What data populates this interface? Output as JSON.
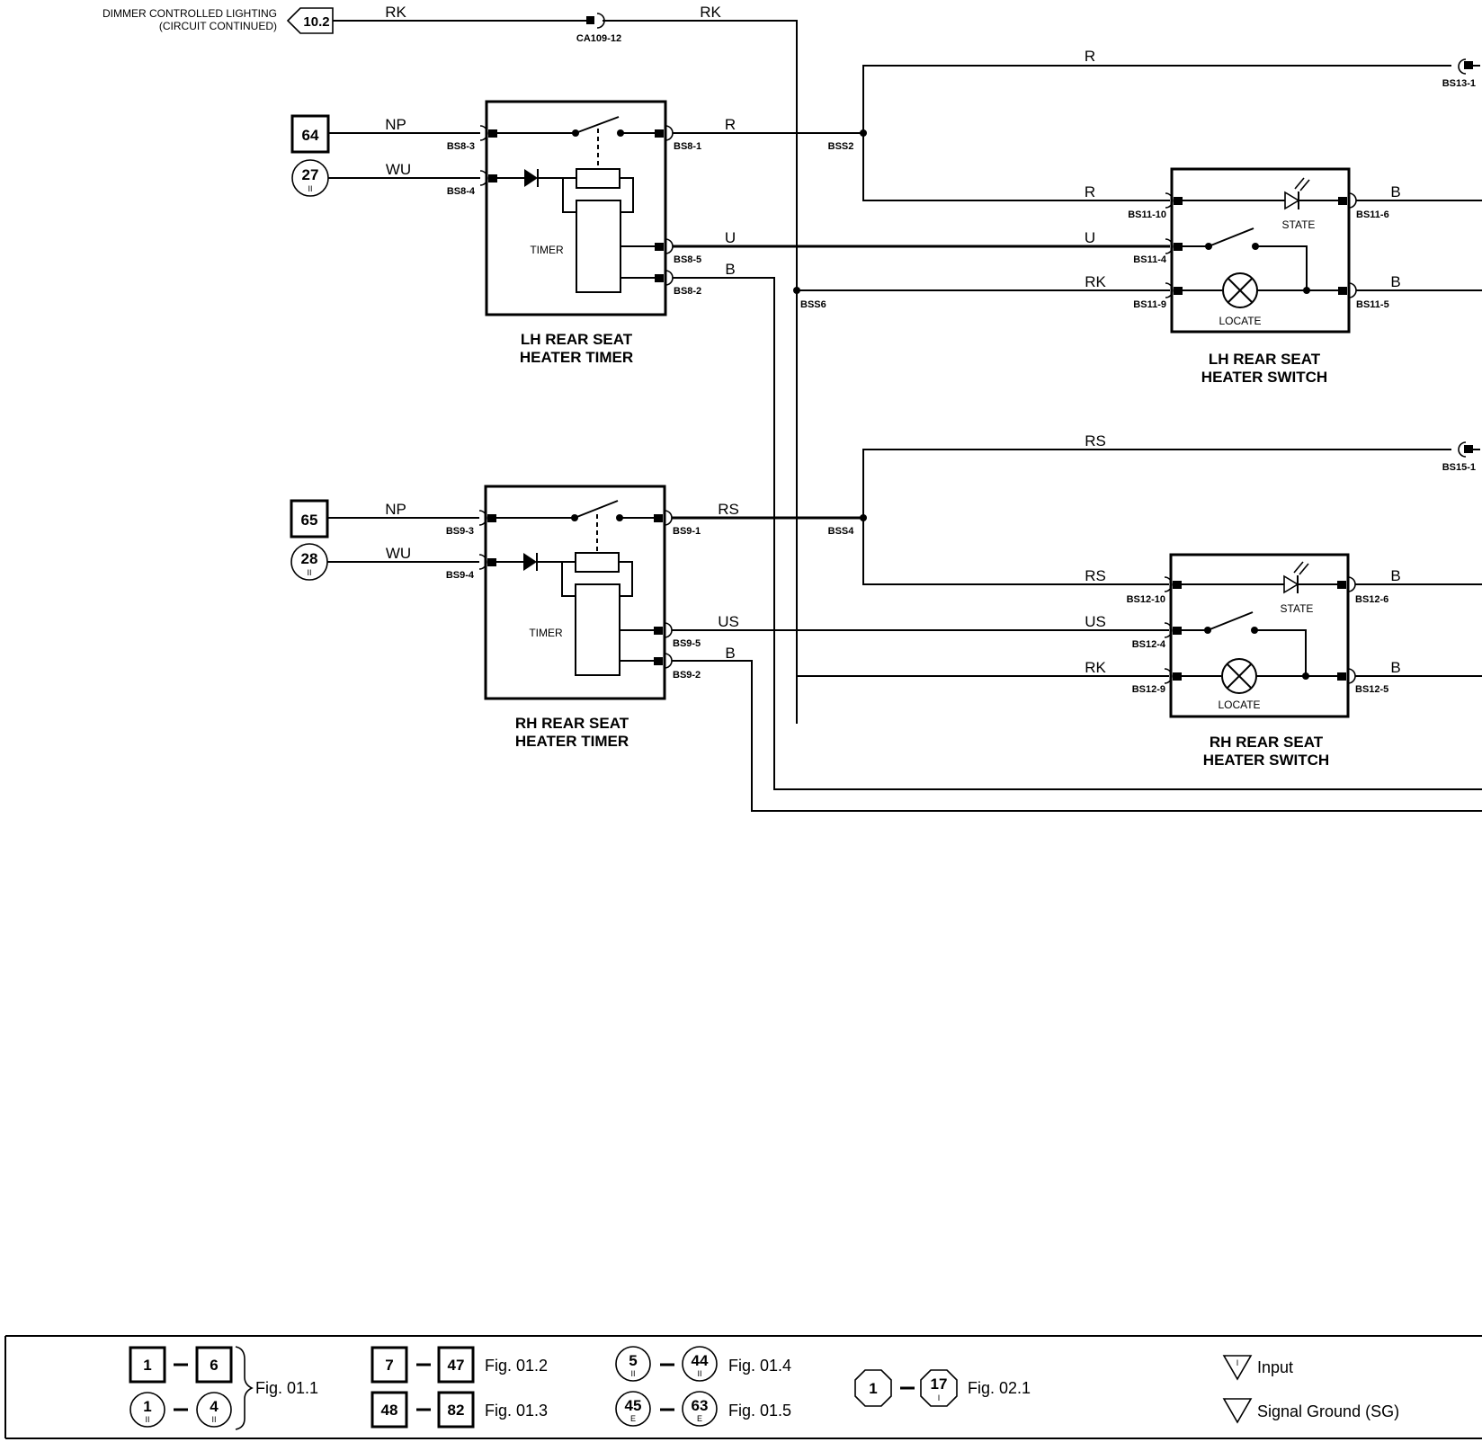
{
  "header": {
    "dimmer_line1": "DIMMER CONTROLLED LIGHTING",
    "dimmer_line2": "(CIRCUIT CONTINUED)",
    "dimmer_ref": "10.2",
    "ca_connector": "CA109-12"
  },
  "wires": {
    "rk": "RK",
    "r": "R",
    "np": "NP",
    "wu": "WU",
    "u": "U",
    "b": "B",
    "rs": "RS",
    "us": "US"
  },
  "splices": {
    "bss2": "BSS2",
    "bss6": "BSS6",
    "bss4": "BSS4"
  },
  "lh_timer": {
    "title1": "LH REAR SEAT",
    "title2": "HEATER TIMER",
    "label": "TIMER",
    "ref_power": "64",
    "ref_ground": "27",
    "ref_ground_sub": "II",
    "pins": {
      "p3": "BS8-3",
      "p4": "BS8-4",
      "p1": "BS8-1",
      "p5": "BS8-5",
      "p2": "BS8-2"
    }
  },
  "rh_timer": {
    "title1": "RH REAR SEAT",
    "title2": "HEATER TIMER",
    "label": "TIMER",
    "ref_power": "65",
    "ref_ground": "28",
    "ref_ground_sub": "II",
    "pins": {
      "p3": "BS9-3",
      "p4": "BS9-4",
      "p1": "BS9-1",
      "p5": "BS9-5",
      "p2": "BS9-2"
    }
  },
  "lh_switch": {
    "title1": "LH REAR SEAT",
    "title2": "HEATER SWITCH",
    "state": "STATE",
    "locate": "LOCATE",
    "pins": {
      "p10": "BS11-10",
      "p4": "BS11-4",
      "p9": "BS11-9",
      "p6": "BS11-6",
      "p5": "BS11-5"
    }
  },
  "rh_switch": {
    "title1": "RH REAR SEAT",
    "title2": "HEATER SWITCH",
    "state": "STATE",
    "locate": "LOCATE",
    "pins": {
      "p10": "BS12-10",
      "p4": "BS12-4",
      "p9": "BS12-9",
      "p6": "BS12-6",
      "p5": "BS12-5"
    }
  },
  "edge_connectors": {
    "bs13": "BS13-1",
    "bs15": "BS15-1"
  },
  "legend": {
    "g1": {
      "a": "1",
      "b": "6",
      "c": "1",
      "c_sub": "II",
      "d": "4",
      "d_sub": "II",
      "fig": "Fig. 01.1"
    },
    "g2": {
      "a": "7",
      "b": "47",
      "fig": "Fig. 01.2"
    },
    "g3": {
      "a": "48",
      "b": "82",
      "fig": "Fig. 01.3"
    },
    "g4": {
      "a": "5",
      "a_sub": "II",
      "b": "44",
      "b_sub": "II",
      "fig": "Fig. 01.4"
    },
    "g5": {
      "a": "45",
      "a_sub": "E",
      "b": "63",
      "b_sub": "E",
      "fig": "Fig. 01.5"
    },
    "g6": {
      "a": "1",
      "b": "17",
      "b_sub": "I",
      "fig": "Fig. 02.1"
    },
    "input_symbol": "I",
    "input": "Input",
    "signal_ground": "Signal Ground (SG)"
  }
}
